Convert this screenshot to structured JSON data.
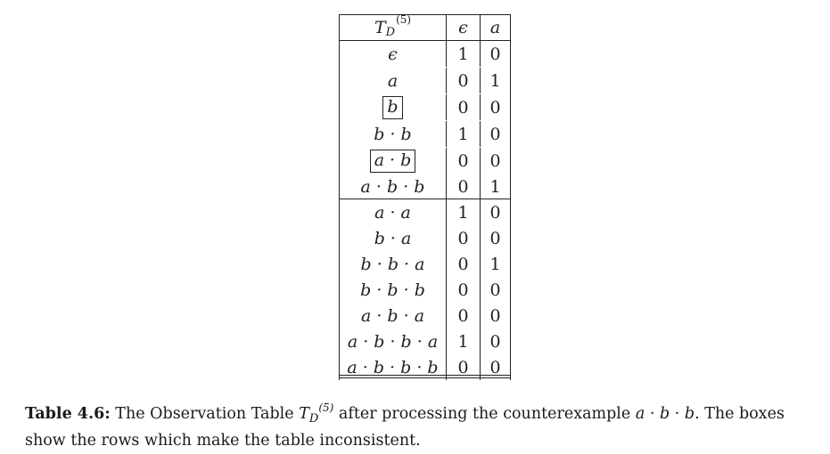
{
  "table": {
    "header": {
      "row_label_base": "T",
      "row_label_sub": "D",
      "row_label_sup": "(5)",
      "col_labels": [
        "ϵ",
        "a"
      ]
    },
    "rows": [
      {
        "label": "ϵ",
        "v": [
          "1",
          "0"
        ],
        "boxed": false
      },
      {
        "label": "a",
        "v": [
          "0",
          "1"
        ],
        "boxed": false
      },
      {
        "label": "b",
        "v": [
          "0",
          "0"
        ],
        "boxed": true
      },
      {
        "label": "b · b",
        "v": [
          "1",
          "0"
        ],
        "boxed": false
      },
      {
        "label": "a · b",
        "v": [
          "0",
          "0"
        ],
        "boxed": true
      },
      {
        "label": "a · b · b",
        "v": [
          "0",
          "1"
        ],
        "boxed": false
      },
      {
        "label": "a · a",
        "v": [
          "1",
          "0"
        ],
        "boxed": false
      },
      {
        "label": "b · a",
        "v": [
          "0",
          "0"
        ],
        "boxed": false
      },
      {
        "label": "b · b · a",
        "v": [
          "0",
          "1"
        ],
        "boxed": false
      },
      {
        "label": "b · b · b",
        "v": [
          "0",
          "0"
        ],
        "boxed": false
      },
      {
        "label": "a · b · a",
        "v": [
          "0",
          "0"
        ],
        "boxed": false
      },
      {
        "label": "a · b · b · a",
        "v": [
          "1",
          "0"
        ],
        "boxed": false
      },
      {
        "label": "a · b · b · b",
        "v": [
          "0",
          "0"
        ],
        "boxed": false
      }
    ]
  },
  "caption": {
    "label": "Table 4.6:",
    "text_before": "The Observation Table",
    "math_base": "T",
    "math_sub": "D",
    "math_sup": "(5)",
    "text_middle": "after processing the counterexample",
    "counterexample": "a · b · b",
    "text_after": ". The boxes show the rows which make the table inconsistent."
  }
}
